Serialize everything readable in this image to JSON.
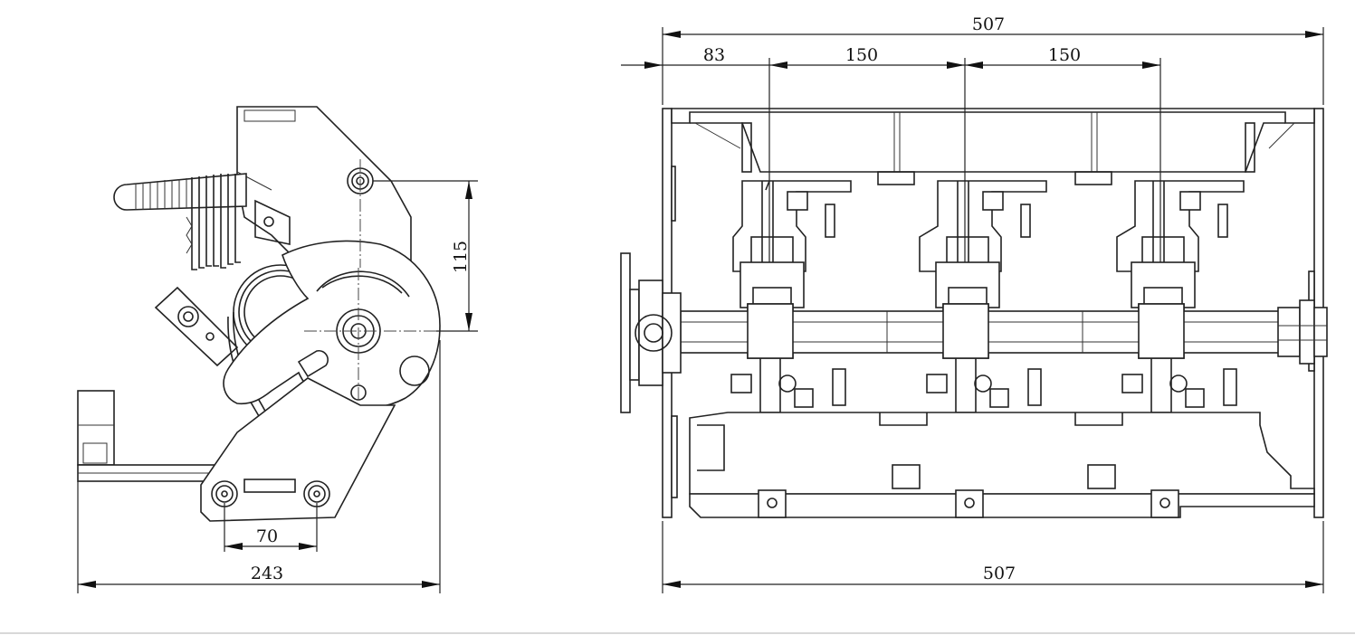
{
  "side_view": {
    "width_dim": "243",
    "bolt_spacing_dim": "70",
    "height_dim": "115"
  },
  "front_view": {
    "top_width_dim": "507",
    "offset_dim": "83",
    "pole_pitch_1": "150",
    "pole_pitch_2": "150",
    "bottom_width_dim": "507"
  }
}
